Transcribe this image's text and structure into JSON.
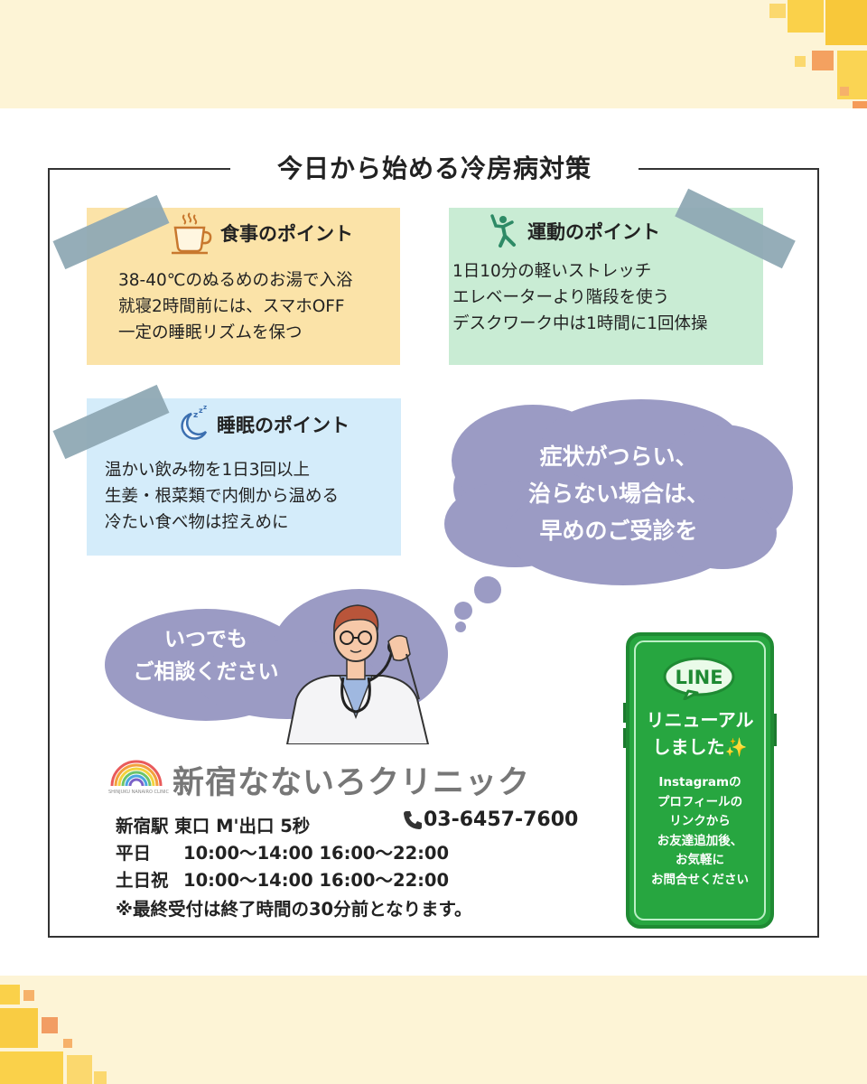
{
  "main_title": "今日から始める冷房病対策",
  "cards": {
    "food": {
      "heading": "食事のポイント",
      "icon": "coffee-cup-icon",
      "lines": [
        "38-40℃のぬるめのお湯で入浴",
        "就寝2時間前には、スマホOFF",
        "一定の睡眠リズムを保つ"
      ]
    },
    "exercise": {
      "heading": "運動のポイント",
      "icon": "stretch-person-icon",
      "lines": [
        "1日10分の軽いストレッチ",
        "エレベーターより階段を使う",
        "デスクワーク中は1時間に1回体操"
      ]
    },
    "sleep": {
      "heading": "睡眠のポイント",
      "icon": "moon-zzz-icon",
      "lines": [
        "温かい飲み物を1日3回以上",
        "生姜・根菜類で内側から温める",
        "冷たい食べ物は控えめに"
      ]
    }
  },
  "thought_bubble": {
    "lines": [
      "症状がつらい、",
      "治らない場合は、",
      "早めのご受診を"
    ]
  },
  "consult_bubble": {
    "lines": [
      "いつでも",
      "ご相談ください"
    ]
  },
  "clinic": {
    "logo_icon": "rainbow-logo-icon",
    "name": "新宿なないろクリニック",
    "logo_sub": "SHINJUKU NANAIRO CLINIC",
    "access": "新宿駅 東口 M'出口 5秒",
    "phone": "03-6457-7600",
    "hours": [
      {
        "label": "平日",
        "time": "10:00〜14:00 16:00〜22:00"
      },
      {
        "label": "土日祝",
        "time": "10:00〜14:00 16:00〜22:00"
      }
    ],
    "note": "※最終受付は終了時間の30分前となります。"
  },
  "line_card": {
    "logo_text": "LINE",
    "renew_lines": [
      "リニューアル",
      "しました✨"
    ],
    "note_lines": [
      "Instagramの",
      "プロフィールの",
      "リンクから",
      "お友達追加後、",
      "お気軽に",
      "お問合せください"
    ]
  },
  "colors": {
    "food_bg": "#fbe3a8",
    "exercise_bg": "#c9ecd4",
    "sleep_bg": "#d4ecfa",
    "bubble": "#9b9bc4",
    "line_green": "#27a640",
    "tape": "#8fa9b4"
  }
}
